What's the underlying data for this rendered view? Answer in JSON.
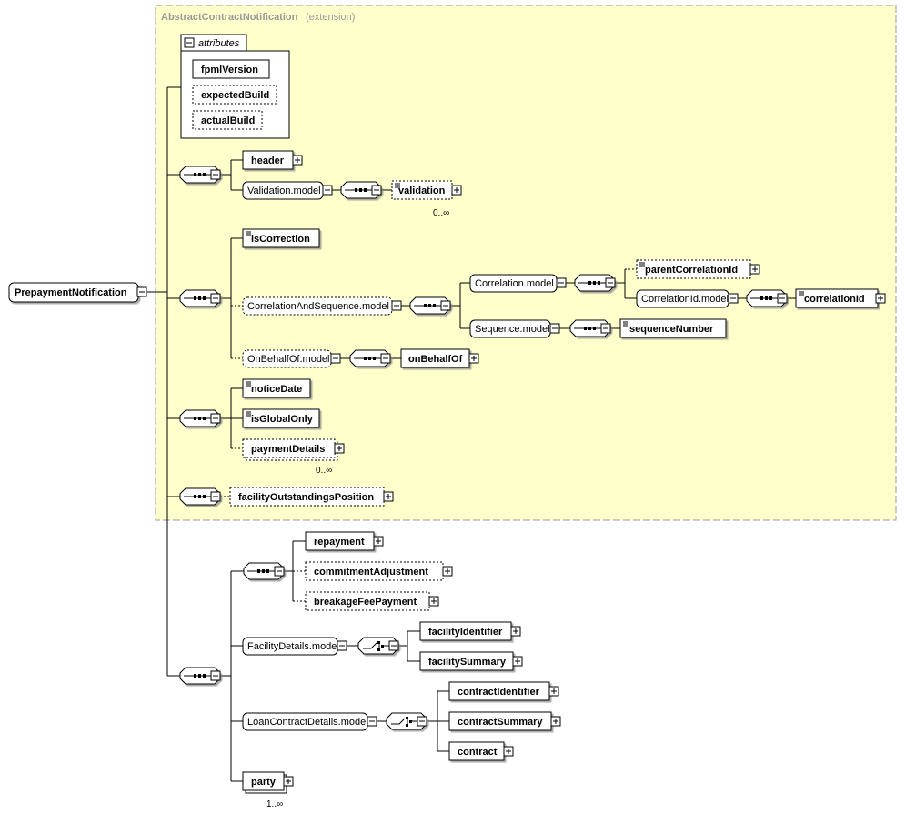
{
  "extension": {
    "title": "AbstractContractNotification",
    "subtitle": "(extension)"
  },
  "attributes": {
    "label": "attributes",
    "items": [
      "fpmlVersion",
      "expectedBuild",
      "actualBuild"
    ]
  },
  "root": "PrepaymentNotification",
  "elements": {
    "header": "header",
    "validation_model": "Validation.model",
    "validation": "validation",
    "isCorrection": "isCorrection",
    "correlation_sequence_model": "CorrelationAndSequence.model",
    "correlation_model": "Correlation.model",
    "parentCorrelationId": "parentCorrelationId",
    "correlationId_model": "CorrelationId.model",
    "correlationId": "correlationId",
    "sequence_model": "Sequence.model",
    "sequenceNumber": "sequenceNumber",
    "onBehalfOf_model": "OnBehalfOf.model",
    "onBehalfOf": "onBehalfOf",
    "noticeDate": "noticeDate",
    "isGlobalOnly": "isGlobalOnly",
    "paymentDetails": "paymentDetails",
    "facilityOutstandingsPosition": "facilityOutstandingsPosition",
    "repayment": "repayment",
    "commitmentAdjustment": "commitmentAdjustment",
    "breakageFeePayment": "breakageFeePayment",
    "facilityDetails_model": "FacilityDetails.model",
    "facilityIdentifier": "facilityIdentifier",
    "facilitySummary": "facilitySummary",
    "loanContractDetails_model": "LoanContractDetails.model",
    "contractIdentifier": "contractIdentifier",
    "contractSummary": "contractSummary",
    "contract": "contract",
    "party": "party"
  },
  "occurrences": {
    "validation": "0..∞",
    "paymentDetails": "0..∞",
    "party": "1..∞"
  }
}
